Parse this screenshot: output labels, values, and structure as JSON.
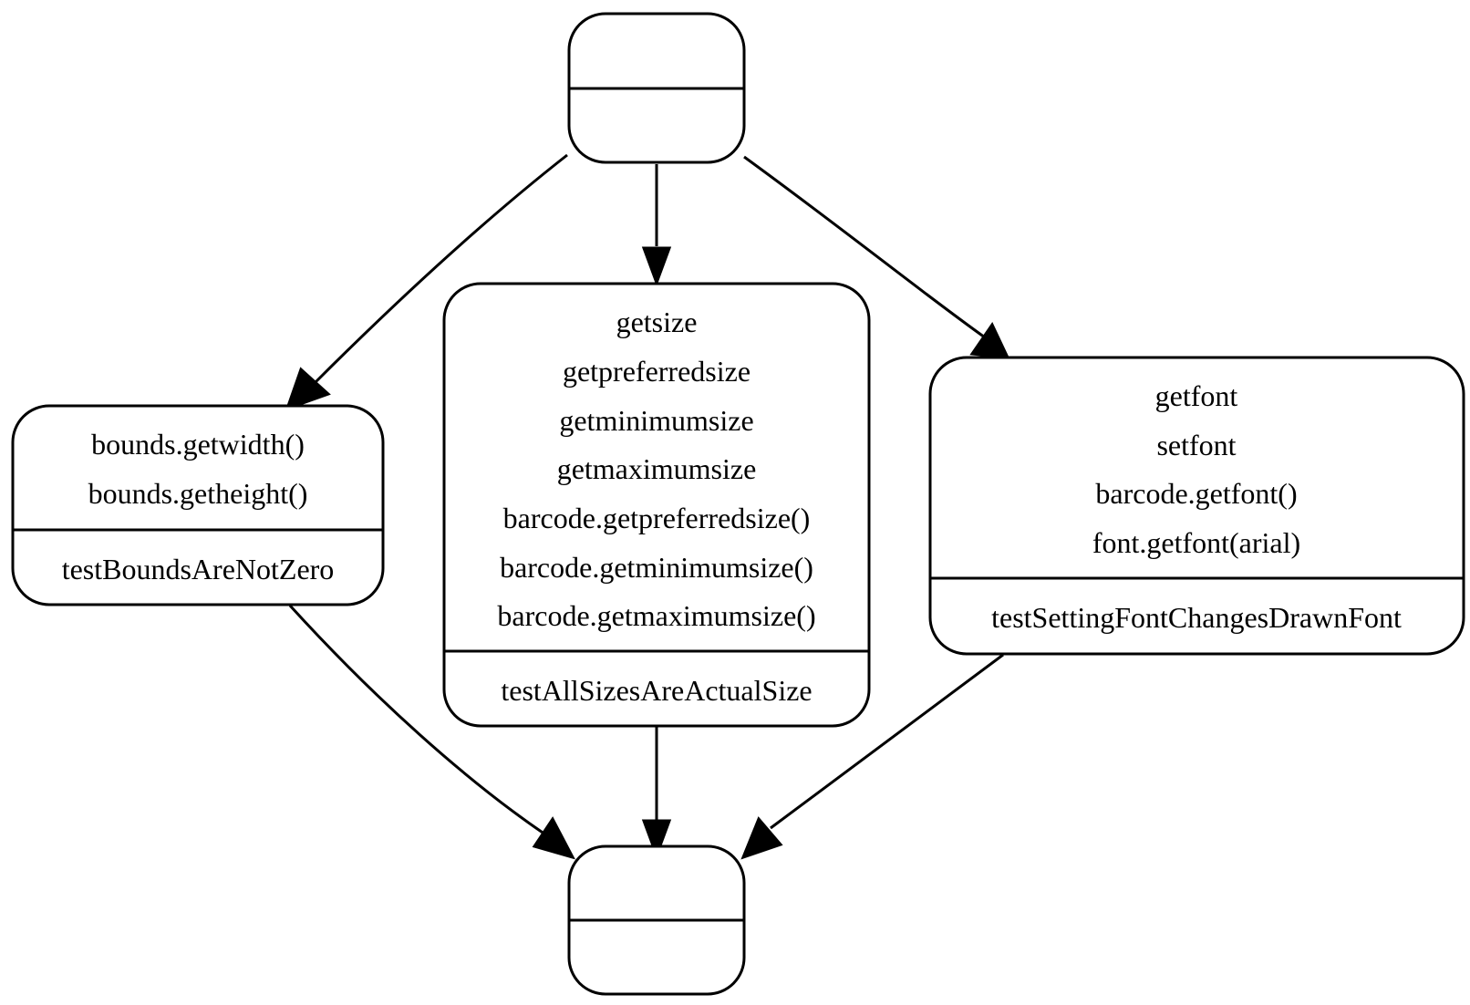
{
  "nodes": {
    "start": {
      "body_lines": [],
      "footer": ""
    },
    "bounds": {
      "body_lines": [
        "bounds.getwidth()",
        "bounds.getheight()"
      ],
      "footer": "testBoundsAreNotZero"
    },
    "sizes": {
      "body_lines": [
        "getsize",
        "getpreferredsize",
        "getminimumsize",
        "getmaximumsize",
        "barcode.getpreferredsize()",
        "barcode.getminimumsize()",
        "barcode.getmaximumsize()"
      ],
      "footer": "testAllSizesAreActualSize"
    },
    "font": {
      "body_lines": [
        "getfont",
        "setfont",
        "barcode.getfont()",
        "font.getfont(arial)"
      ],
      "footer": "testSettingFontChangesDrawnFont"
    },
    "end": {
      "body_lines": [],
      "footer": ""
    }
  },
  "edges": [
    {
      "from": "start",
      "to": "bounds"
    },
    {
      "from": "start",
      "to": "sizes"
    },
    {
      "from": "start",
      "to": "font"
    },
    {
      "from": "bounds",
      "to": "end"
    },
    {
      "from": "sizes",
      "to": "end"
    },
    {
      "from": "font",
      "to": "end"
    }
  ]
}
